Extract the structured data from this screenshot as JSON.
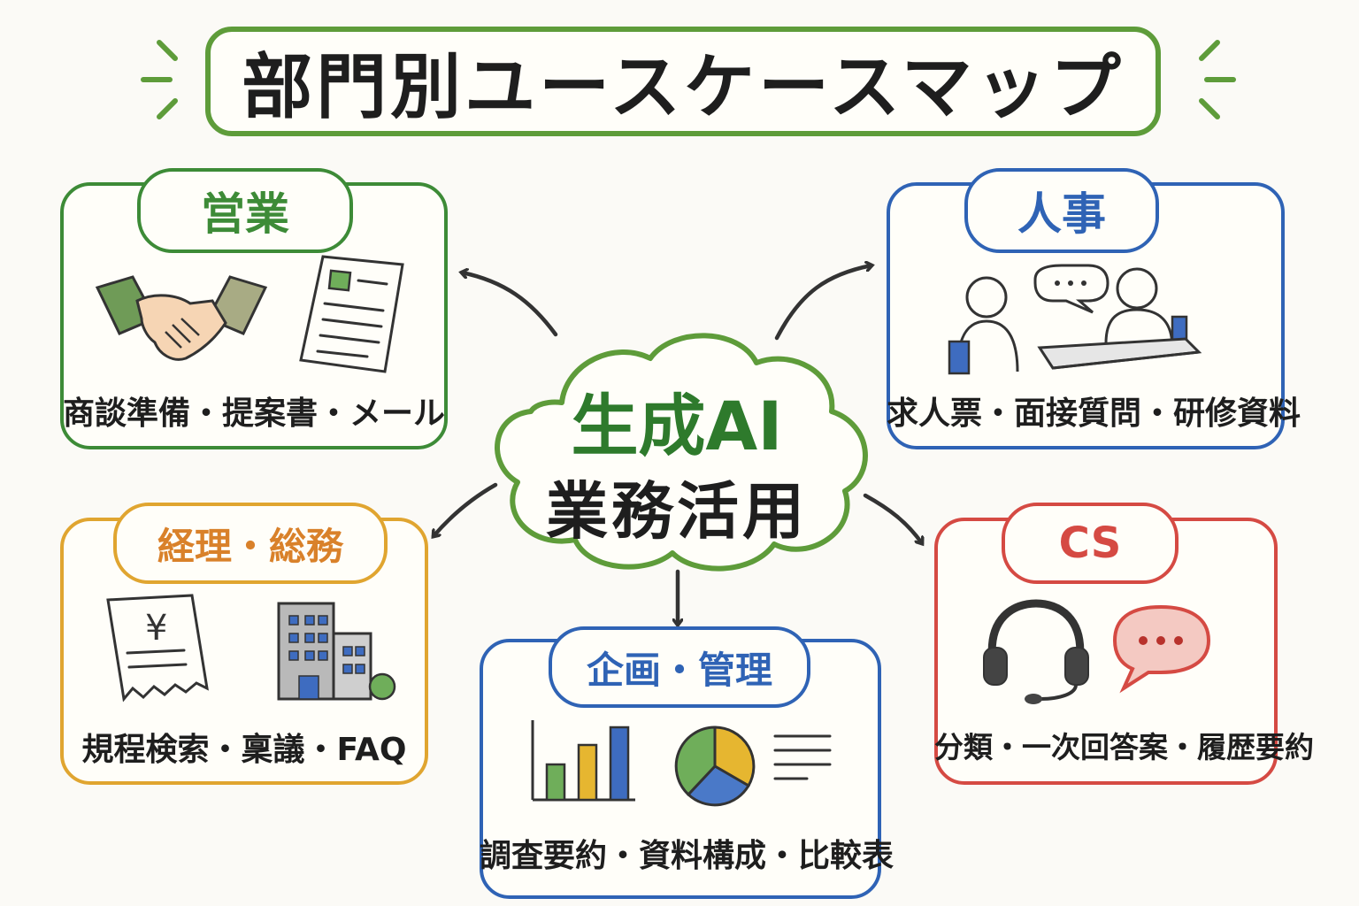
{
  "title": "部門別ユースケースマップ",
  "center": {
    "line1": "生成AI",
    "line2": "業務活用"
  },
  "departments": [
    {
      "key": "sales",
      "name": "営業",
      "desc": "商談準備・提案書・メール",
      "color": "#3d8b37"
    },
    {
      "key": "hr",
      "name": "人事",
      "desc": "求人票・面接質問・研修資料",
      "color": "#2f63b5"
    },
    {
      "key": "accounting",
      "name": "経理・総務",
      "desc": "規程検索・稟議・FAQ",
      "color": "#e0a530"
    },
    {
      "key": "planning",
      "name": "企画・管理",
      "desc": "調査要約・資料構成・比較表",
      "color": "#2f63b5"
    },
    {
      "key": "cs",
      "name": "CS",
      "desc": "分類・一次回答案・履歴要約",
      "color": "#d54a43"
    }
  ],
  "icons": {
    "sales": [
      "handshake-icon",
      "document-icon"
    ],
    "hr": [
      "person-icon",
      "speech-bubble-icon",
      "interview-desk-icon"
    ],
    "accounting": [
      "yen-receipt-icon",
      "office-building-icon"
    ],
    "planning": [
      "bar-chart-icon",
      "pie-chart-icon",
      "text-lines-icon"
    ],
    "cs": [
      "headset-icon",
      "chat-bubble-icon"
    ]
  }
}
